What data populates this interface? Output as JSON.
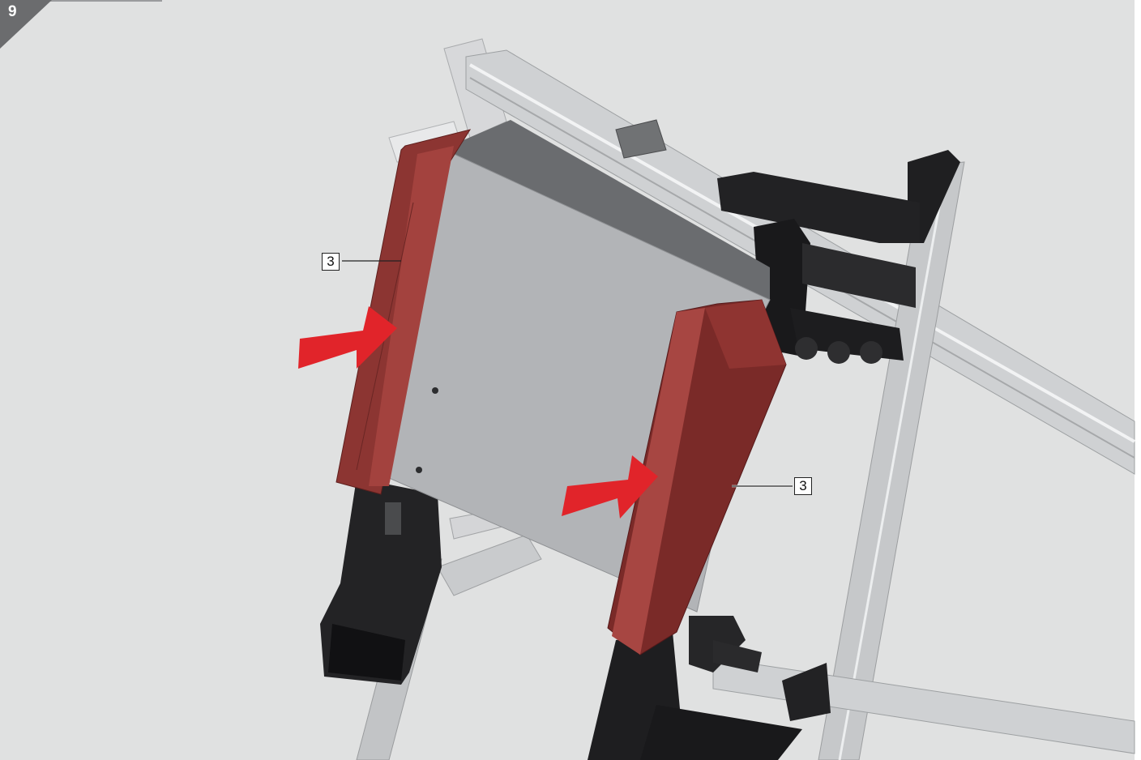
{
  "step": {
    "number": "9"
  },
  "callouts": [
    {
      "label": "3"
    },
    {
      "label": "3"
    }
  ],
  "colors": {
    "background": "#e0e1e1",
    "step_badge": "#6b6c6e",
    "rail_panel": "#8c3532",
    "housing": "#b2b4b7",
    "frame": "#c5c7c9",
    "mount": "#1c1c1e",
    "arrow": "#e1242a"
  }
}
